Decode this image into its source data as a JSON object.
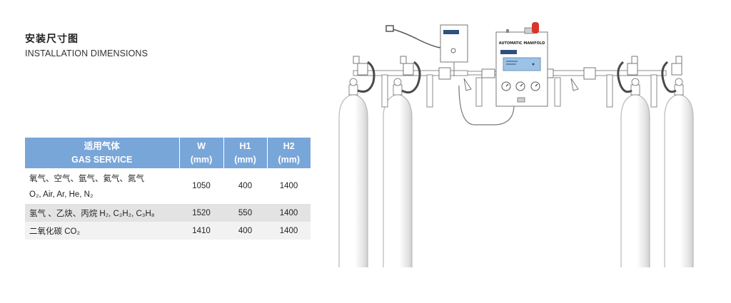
{
  "heading": {
    "title_cn": "安装尺寸图",
    "title_en": "INSTALLATION DIMENSIONS"
  },
  "table": {
    "headers": {
      "gas_cn": "适用气体",
      "gas_en": "GAS SERVICE",
      "w": "W",
      "h1": "H1",
      "h2": "H2",
      "unit": "(mm)"
    },
    "rows": [
      {
        "gas_cn": "氧气、空气、氩气、氦气、氮气",
        "gas_en": "O₂, Air, Ar, He, N₂",
        "w": "1050",
        "h1": "400",
        "h2": "1400"
      },
      {
        "gas": "氢气 、乙炔、丙烷 H₂, C₂H₂, C₃H₈",
        "w": "1520",
        "h1": "550",
        "h2": "1400"
      },
      {
        "gas": "二氧化碳 CO₂",
        "w": "1410",
        "h1": "400",
        "h2": "1400"
      }
    ]
  },
  "diagram": {
    "panel_label": "AUTOMATIC MANIFOLD",
    "colors": {
      "cylinder": "#b9b9b9",
      "hose": "#4a4a4a",
      "panel_screen": "#9cc3e6",
      "beacon": "#d9352c"
    }
  }
}
